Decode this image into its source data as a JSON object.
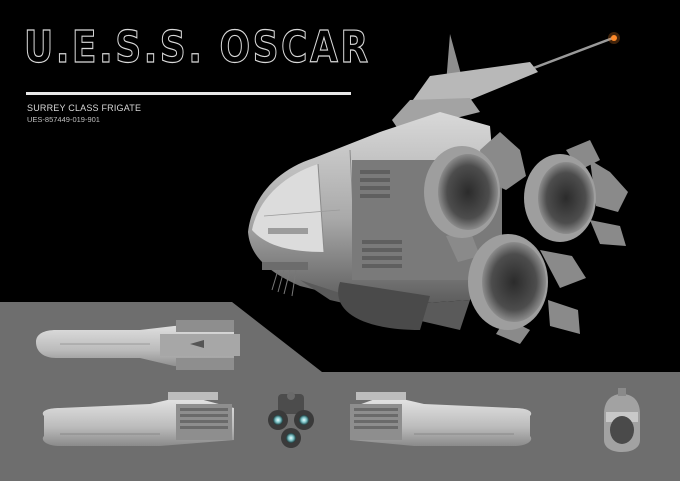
{
  "sheet": {
    "title": "U.E.S.S. OSCAR",
    "class_name": "SURREY CLASS FRIGATE",
    "registry": "UES-857449-019-901"
  },
  "colors": {
    "background": "#000000",
    "panel": "#6e6e6e",
    "hull": "#c9c9c9",
    "engine_glow": "#7ec4c8",
    "antenna_light": "#ff8a2a"
  }
}
